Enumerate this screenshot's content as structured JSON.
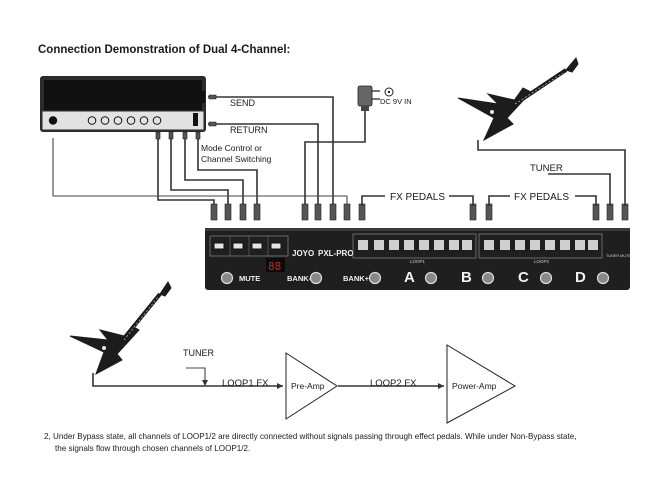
{
  "title": "Connection Demonstration of Dual 4-Channel:",
  "labels": {
    "send": "SEND",
    "return": "RETURN",
    "mode_control_1": "Mode Control or",
    "mode_control_2": "Channel Switching",
    "power": "DC 9V IN",
    "tuner_top": "TUNER",
    "fx_pedals_left": "FX PEDALS",
    "fx_pedals_right": "FX PEDALS"
  },
  "pedal": {
    "brand": "JOYO",
    "model": "PXL-PRO",
    "display": "88",
    "mute": "MUTE",
    "bank_down": "BANK-",
    "bank_up": "BANK+",
    "loop_a": "A",
    "loop_b": "B",
    "loop_c": "C",
    "loop_d": "D",
    "loop1_caption": "LOOP1",
    "loop2_caption": "LOOP2",
    "tuner_mute": "TUNER MUTE"
  },
  "flow": {
    "tuner": "TUNER",
    "loop1": "LOOP1 FX",
    "preamp": "Pre-Amp",
    "loop2": "LOOP2 FX",
    "poweramp": "Power-Amp"
  },
  "footnote": {
    "line1": "2, Under Bypass state, all channels of LOOP1/2 are directly connected without signals passing through effect pedals. While under Non-Bypass state,",
    "line2": "the signals flow through chosen channels of LOOP1/2."
  },
  "colors": {
    "amp_body": "#2b2b2b",
    "amp_panel": "#e2e2e2",
    "pedal_body": "#1f1f1f",
    "display": "#d81e1e",
    "guitar": "#1c1c1c"
  }
}
